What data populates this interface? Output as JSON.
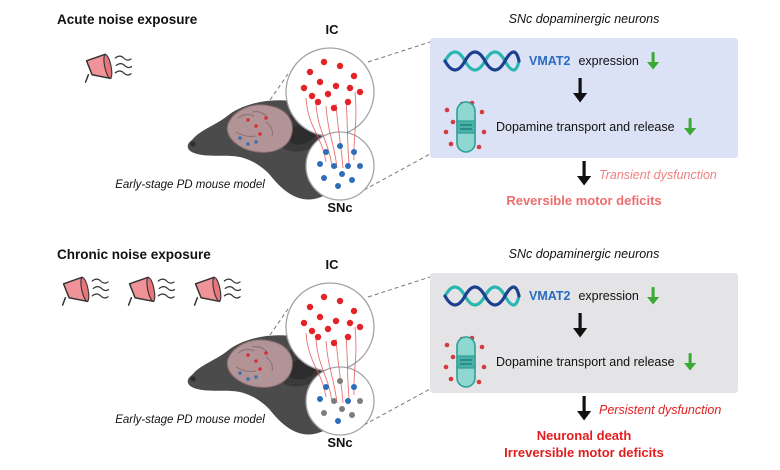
{
  "panels": [
    {
      "title": "Acute noise exposure",
      "speaker_count": 1,
      "ic_label": "IC",
      "snc_label": "SNc",
      "mouse_caption": "Early-stage PD mouse model",
      "box_header": "SNc dopaminergic neurons",
      "box_bg": "#dbe2f6",
      "vmat2_gene": "VMAT2",
      "vmat2_rest": "expression",
      "dopamine_label": "Dopamine transport and release",
      "dysfunction_label": "Transient dysfunction",
      "dysfunction_color": "#f08080",
      "outcome_lines": [
        "Reversible motor deficits"
      ],
      "outcome_color": "#ef6d6d"
    },
    {
      "title": "Chronic noise exposure",
      "speaker_count": 3,
      "ic_label": "IC",
      "snc_label": "SNc",
      "mouse_caption": "Early-stage PD mouse model",
      "box_header": "SNc dopaminergic neurons",
      "box_bg": "#e4e4e6",
      "vmat2_gene": "VMAT2",
      "vmat2_rest": "expression",
      "dopamine_label": "Dopamine transport and release",
      "dysfunction_label": "Persistent dysfunction",
      "dysfunction_color": "#e21d1d",
      "outcome_lines": [
        "Neuronal death",
        "Irreversible motor deficits"
      ],
      "outcome_color": "#e21d1d"
    }
  ],
  "colors": {
    "vmat2_blue": "#2a6bbf",
    "green_arrow": "#3aaa35",
    "ic_dots_red": "#e32227",
    "snc_dots_blue": "#2e6db8",
    "snc_dots_gray": "#7d7d7d",
    "projection_red": "#e25959",
    "box_acute_bg": "#dbe2f6",
    "box_chronic_bg": "#e4e4e6"
  }
}
